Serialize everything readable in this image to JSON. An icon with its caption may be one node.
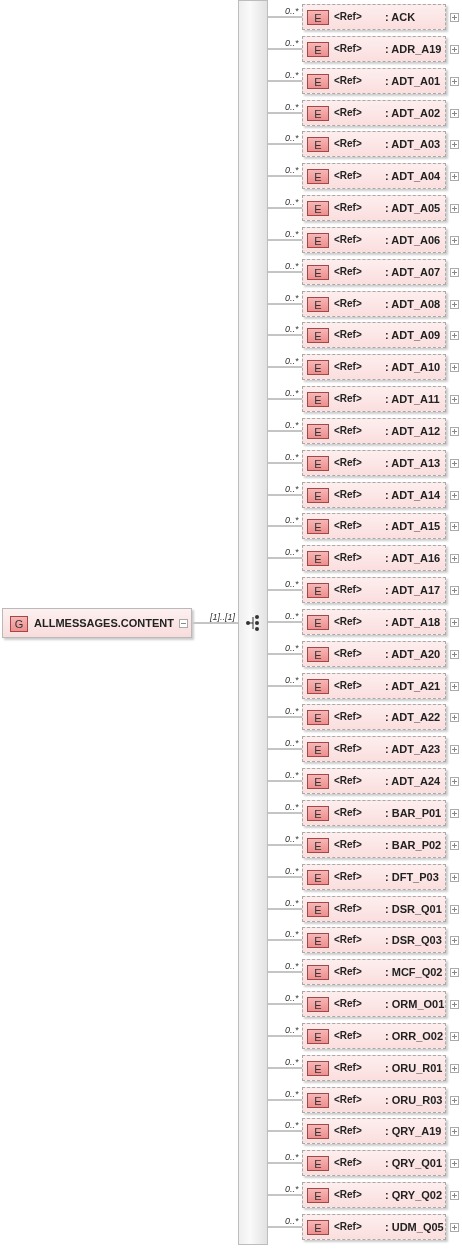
{
  "diagram": {
    "nodes": [
      {
        "text": [
          "G",
          "ALLMESSAGES.CONTENT"
        ]
      },
      {
        "text": [],
        "shape": "bar"
      },
      {
        "text": [
          "E",
          "<Ref>",
          ": ACK"
        ]
      },
      {
        "text": [
          "E",
          "<Ref>",
          ": ADR_A19"
        ]
      },
      {
        "text": [
          "E",
          "<Ref>",
          ": ADT_A01"
        ]
      },
      {
        "text": [
          "E",
          "<Ref>",
          ": ADT_A02"
        ]
      },
      {
        "text": [
          "E",
          "<Ref>",
          ": ADT_A03"
        ]
      },
      {
        "text": [
          "E",
          "<Ref>",
          ": ADT_A04"
        ]
      },
      {
        "text": [
          "E",
          "<Ref>",
          ": ADT_A05"
        ]
      },
      {
        "text": [
          "E",
          "<Ref>",
          ": ADT_A06"
        ]
      },
      {
        "text": [
          "E",
          "<Ref>",
          ": ADT_A07"
        ]
      },
      {
        "text": [
          "E",
          "<Ref>",
          ": ADT_A08"
        ]
      },
      {
        "text": [
          "E",
          "<Ref>",
          ": ADT_A09"
        ]
      },
      {
        "text": [
          "E",
          "<Ref>",
          ": ADT_A10"
        ]
      },
      {
        "text": [
          "E",
          "<Ref>",
          ": ADT_A11"
        ]
      },
      {
        "text": [
          "E",
          "<Ref>",
          ": ADT_A12"
        ]
      },
      {
        "text": [
          "E",
          "<Ref>",
          ": ADT_A13"
        ]
      },
      {
        "text": [
          "E",
          "<Ref>",
          ": ADT_A14"
        ]
      },
      {
        "text": [
          "E",
          "<Ref>",
          ": ADT_A15"
        ]
      },
      {
        "text": [
          "E",
          "<Ref>",
          ": ADT_A16"
        ]
      },
      {
        "text": [
          "E",
          "<Ref>",
          ": ADT_A17"
        ]
      },
      {
        "text": [
          "E",
          "<Ref>",
          ": ADT_A18"
        ]
      },
      {
        "text": [
          "E",
          "<Ref>",
          ": ADT_A20"
        ]
      },
      {
        "text": [
          "E",
          "<Ref>",
          ": ADT_A21"
        ]
      },
      {
        "text": [
          "E",
          "<Ref>",
          ": ADT_A22"
        ]
      },
      {
        "text": [
          "E",
          "<Ref>",
          ": ADT_A23"
        ]
      },
      {
        "text": [
          "E",
          "<Ref>",
          ": ADT_A24"
        ]
      },
      {
        "text": [
          "E",
          "<Ref>",
          ": BAR_P01"
        ]
      },
      {
        "text": [
          "E",
          "<Ref>",
          ": BAR_P02"
        ]
      },
      {
        "text": [
          "E",
          "<Ref>",
          ": DFT_P03"
        ]
      },
      {
        "text": [
          "E",
          "<Ref>",
          ": DSR_Q01"
        ]
      },
      {
        "text": [
          "E",
          "<Ref>",
          ": DSR_Q03"
        ]
      },
      {
        "text": [
          "E",
          "<Ref>",
          ": MCF_Q02"
        ]
      },
      {
        "text": [
          "E",
          "<Ref>",
          ": ORM_O01"
        ]
      },
      {
        "text": [
          "E",
          "<Ref>",
          ": ORR_O02"
        ]
      },
      {
        "text": [
          "E",
          "<Ref>",
          ": ORU_R01"
        ]
      },
      {
        "text": [
          "E",
          "<Ref>",
          ": ORU_R03"
        ]
      },
      {
        "text": [
          "E",
          "<Ref>",
          ": QRY_A19"
        ]
      },
      {
        "text": [
          "E",
          "<Ref>",
          ": QRY_Q01"
        ]
      },
      {
        "text": [
          "E",
          "<Ref>",
          ": QRY_Q02"
        ]
      },
      {
        "text": [
          "E",
          "<Ref>",
          ": UDM_Q05"
        ]
      }
    ],
    "edges": [
      {
        "from": 0,
        "to": 1,
        "arrow": "none",
        "label": "[1]..[1]"
      },
      {
        "from": 1,
        "to": 2,
        "arrow": "none",
        "label": "0..*"
      },
      {
        "from": 1,
        "to": 3,
        "arrow": "none",
        "label": "0..*"
      },
      {
        "from": 1,
        "to": 4,
        "arrow": "none",
        "label": "0..*"
      },
      {
        "from": 1,
        "to": 5,
        "arrow": "none",
        "label": "0..*"
      },
      {
        "from": 1,
        "to": 6,
        "arrow": "none",
        "label": "0..*"
      },
      {
        "from": 1,
        "to": 7,
        "arrow": "none",
        "label": "0..*"
      },
      {
        "from": 1,
        "to": 8,
        "arrow": "none",
        "label": "0..*"
      },
      {
        "from": 1,
        "to": 9,
        "arrow": "none",
        "label": "0..*"
      },
      {
        "from": 1,
        "to": 10,
        "arrow": "none",
        "label": "0..*"
      },
      {
        "from": 1,
        "to": 11,
        "arrow": "none",
        "label": "0..*"
      },
      {
        "from": 1,
        "to": 12,
        "arrow": "none",
        "label": "0..*"
      },
      {
        "from": 1,
        "to": 13,
        "arrow": "none",
        "label": "0..*"
      },
      {
        "from": 1,
        "to": 14,
        "arrow": "none",
        "label": "0..*"
      },
      {
        "from": 1,
        "to": 15,
        "arrow": "none",
        "label": "0..*"
      },
      {
        "from": 1,
        "to": 16,
        "arrow": "none",
        "label": "0..*"
      },
      {
        "from": 1,
        "to": 17,
        "arrow": "none",
        "label": "0..*"
      },
      {
        "from": 1,
        "to": 18,
        "arrow": "none",
        "label": "0..*"
      },
      {
        "from": 1,
        "to": 19,
        "arrow": "none",
        "label": "0..*"
      },
      {
        "from": 1,
        "to": 20,
        "arrow": "none",
        "label": "0..*"
      },
      {
        "from": 1,
        "to": 21,
        "arrow": "none",
        "label": "0..*"
      },
      {
        "from": 1,
        "to": 22,
        "arrow": "none",
        "label": "0..*"
      },
      {
        "from": 1,
        "to": 23,
        "arrow": "none",
        "label": "0..*"
      },
      {
        "from": 1,
        "to": 24,
        "arrow": "none",
        "label": "0..*"
      },
      {
        "from": 1,
        "to": 25,
        "arrow": "none",
        "label": "0..*"
      },
      {
        "from": 1,
        "to": 26,
        "arrow": "none",
        "label": "0..*"
      },
      {
        "from": 1,
        "to": 27,
        "arrow": "none",
        "label": "0..*"
      },
      {
        "from": 1,
        "to": 28,
        "arrow": "none",
        "label": "0..*"
      },
      {
        "from": 1,
        "to": 29,
        "arrow": "none",
        "label": "0..*"
      },
      {
        "from": 1,
        "to": 30,
        "arrow": "none",
        "label": "0..*"
      },
      {
        "from": 1,
        "to": 31,
        "arrow": "none",
        "label": "0..*"
      },
      {
        "from": 1,
        "to": 32,
        "arrow": "none",
        "label": "0..*"
      },
      {
        "from": 1,
        "to": 33,
        "arrow": "none",
        "label": "0..*"
      },
      {
        "from": 1,
        "to": 34,
        "arrow": "none",
        "label": "0..*"
      },
      {
        "from": 1,
        "to": 35,
        "arrow": "none",
        "label": "0..*"
      },
      {
        "from": 1,
        "to": 36,
        "arrow": "none",
        "label": "0..*"
      },
      {
        "from": 1,
        "to": 37,
        "arrow": "none",
        "label": "0..*"
      },
      {
        "from": 1,
        "to": 38,
        "arrow": "none",
        "label": "0..*"
      },
      {
        "from": 1,
        "to": 39,
        "arrow": "none",
        "label": "0..*"
      },
      {
        "from": 1,
        "to": 40,
        "arrow": "none",
        "label": "0..*"
      }
    ]
  }
}
